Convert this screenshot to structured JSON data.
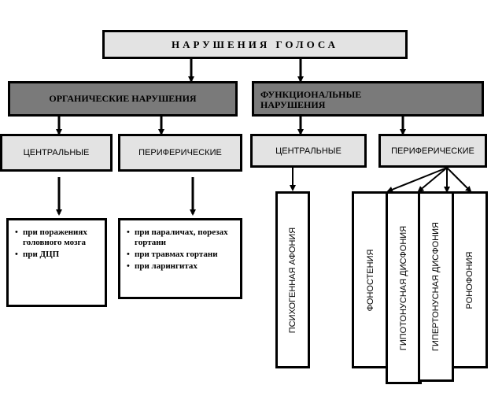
{
  "title": "НАРУШЕНИЯ ГОЛОСА",
  "organic": {
    "label": "ОРГАНИЧЕСКИЕ НАРУШЕНИЯ",
    "central": {
      "label": "ЦЕНТРАЛЬНЫЕ",
      "items": [
        "при поражениях головного мозга",
        "при ДЦП"
      ]
    },
    "peripheral": {
      "label": "ПЕРИФЕРИЧЕСКИЕ",
      "items": [
        "при параличах, порезах гортани",
        "при травмах гортани",
        "при ларингитах"
      ]
    }
  },
  "functional": {
    "label": "ФУНКЦИОНАЛЬНЫЕ НАРУШЕНИЯ",
    "central": {
      "label": "ЦЕНТРАЛЬНЫЕ",
      "items": [
        "ПСИХОГЕННАЯ АФОНИЯ"
      ]
    },
    "peripheral": {
      "label": "ПЕРИФЕРИЧЕСКИЕ",
      "items": [
        "ФОНОСТЕНИЯ",
        "ГИПОТОНУСНАЯ ДИСФОНИЯ",
        "ГИПЕРТОНУСНАЯ ДИСФОНИЯ",
        "РОНОФОНИЯ"
      ]
    }
  }
}
